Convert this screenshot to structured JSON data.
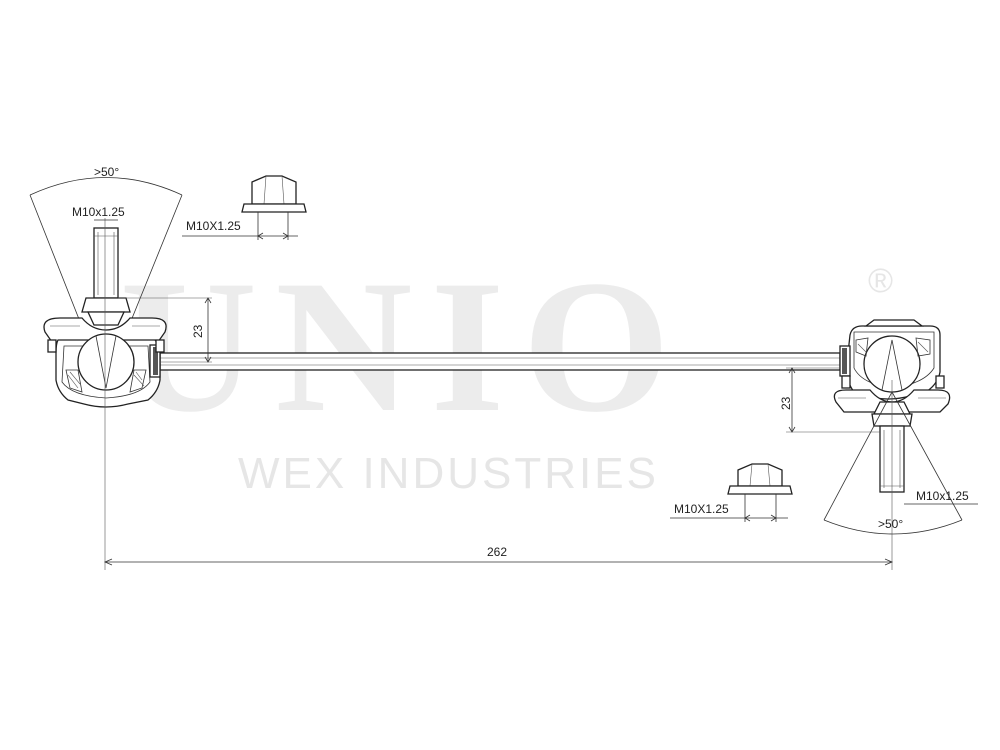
{
  "watermark": {
    "brand": "UNIO",
    "registered": "®",
    "company": "WEX INDUSTRIES"
  },
  "labels": {
    "left_angle": ">50°",
    "left_thread": "M10x1.25",
    "left_nut_thread": "M10X1.25",
    "left_offset": "23",
    "right_offset": "23",
    "right_nut_thread": "M10X1.25",
    "right_thread": "M10x1.25",
    "right_angle": ">50°",
    "overall_length": "262"
  },
  "colors": {
    "line": "#222222",
    "watermark": "#ececec",
    "background": "#ffffff"
  }
}
